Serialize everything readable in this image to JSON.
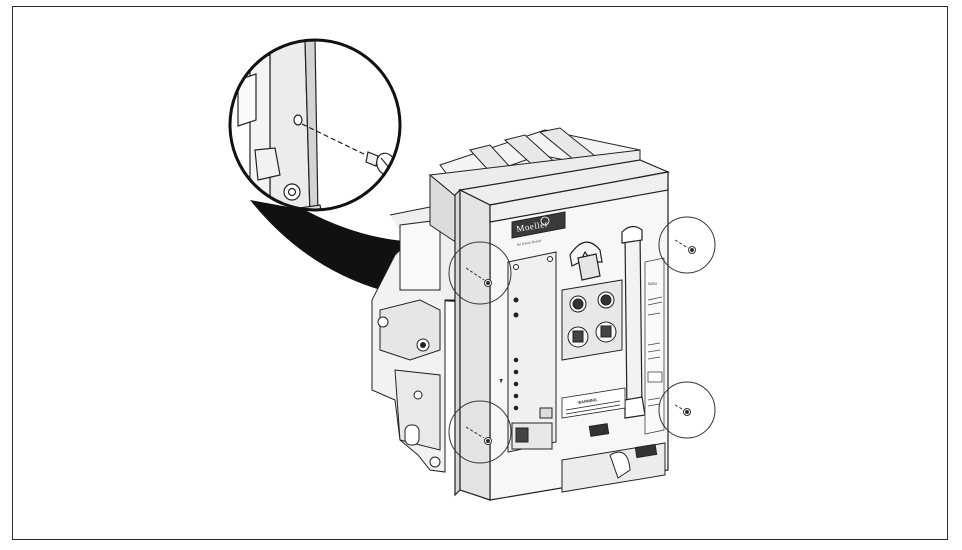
{
  "diagram": {
    "brand": {
      "name": "Moeller",
      "sub": "An Eaton Brand"
    },
    "labels": {
      "rating_plate_title": "NZM",
      "warning_title": "WARNING"
    }
  }
}
